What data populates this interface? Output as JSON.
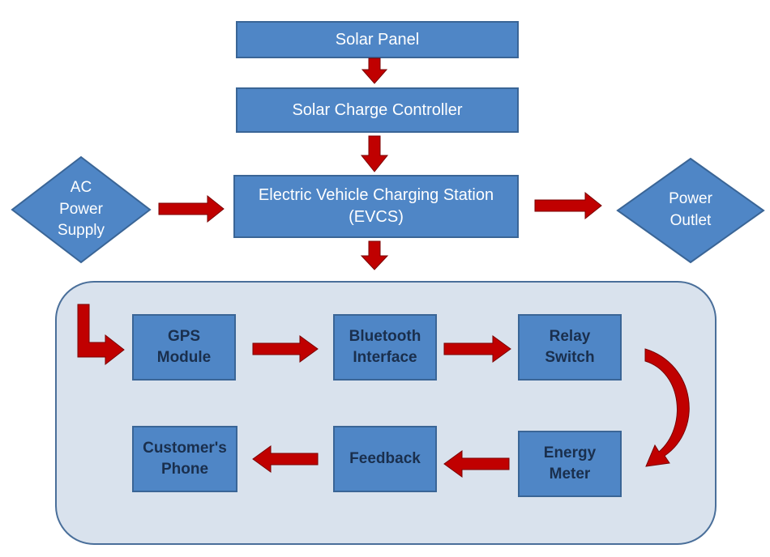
{
  "colors": {
    "box_fill": "#4f86c6",
    "box_border": "#3a6596",
    "arrow": "#c00000",
    "container_fill": "#d9e2ed",
    "container_border": "#4a6f9a"
  },
  "nodes": {
    "solar_panel": "Solar Panel",
    "charge_controller": "Solar Charge Controller",
    "evcs": "Electric Vehicle Charging Station\n(EVCS)",
    "ac_supply": "AC\nPower\nSupply",
    "power_outlet": "Power\nOutlet",
    "gps_module": "GPS\nModule",
    "bluetooth_interface": "Bluetooth\nInterface",
    "relay_switch": "Relay\nSwitch",
    "energy_meter": "Energy\nMeter",
    "feedback": "Feedback",
    "customer_phone": "Customer's\nPhone"
  }
}
